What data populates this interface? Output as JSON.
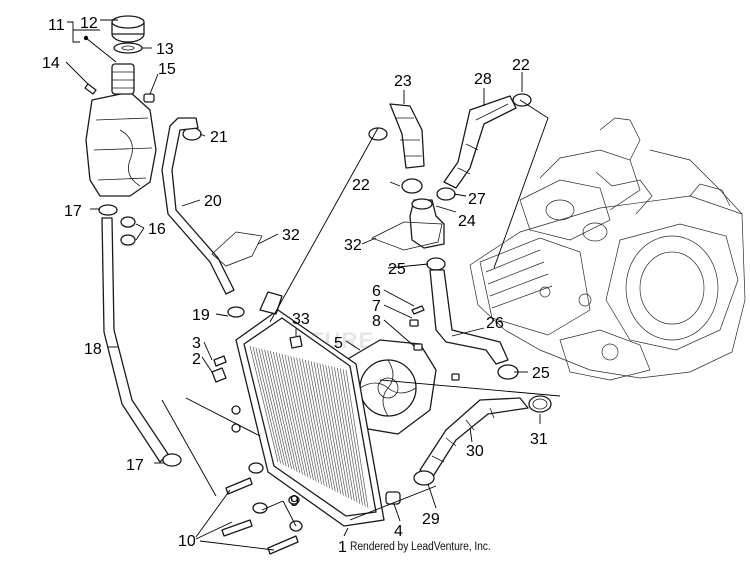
{
  "credit_text": "Rendered by LeadVenture, Inc.",
  "watermark_text": "VENTURE",
  "callouts": {
    "c1": "1",
    "c2": "2",
    "c3": "3",
    "c4": "4",
    "c5": "5",
    "c6": "6",
    "c7": "7",
    "c8": "8",
    "c9": "9",
    "c10": "10",
    "c11": "11",
    "c12": "12",
    "c13": "13",
    "c14": "14",
    "c15": "15",
    "c16": "16",
    "c17a": "17",
    "c17b": "17",
    "c18": "18",
    "c19": "19",
    "c20": "20",
    "c21": "21",
    "c22a": "22",
    "c22b": "22",
    "c23": "23",
    "c24": "24",
    "c25a": "25",
    "c25b": "25",
    "c26": "26",
    "c27": "27",
    "c28": "28",
    "c29": "29",
    "c30": "30",
    "c31": "31",
    "c32a": "32",
    "c32b": "32",
    "c33": "33"
  }
}
